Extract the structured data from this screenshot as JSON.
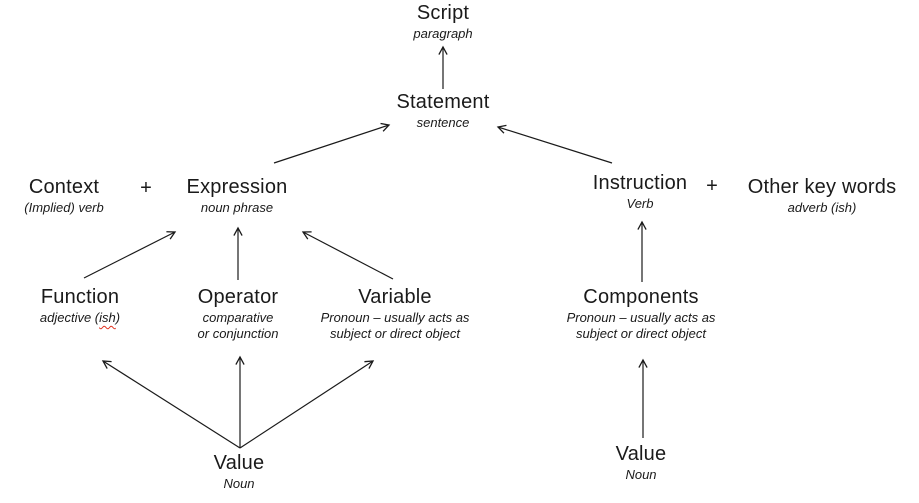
{
  "colors": {
    "background": "#ffffff",
    "text": "#1a1a1a",
    "arrow": "#1a1a1a",
    "spellcheck_squiggle": "#e0301e"
  },
  "nodes": {
    "script": {
      "title": "Script",
      "subtitle": "paragraph"
    },
    "statement": {
      "title": "Statement",
      "subtitle": "sentence"
    },
    "context": {
      "title": "Context",
      "subtitle": "(Implied) verb"
    },
    "expression": {
      "title": "Expression",
      "subtitle": "noun phrase"
    },
    "instruction": {
      "title": "Instruction",
      "subtitle": "Verb"
    },
    "other_key_words": {
      "title": "Other key words",
      "subtitle": "adverb (ish)"
    },
    "function": {
      "title": "Function",
      "subtitle_prefix": "adjective (",
      "subtitle_flagged": "ish",
      "subtitle_suffix": ")"
    },
    "operator": {
      "title": "Operator",
      "subtitle": "comparative\nor conjunction"
    },
    "variable": {
      "title": "Variable",
      "subtitle": "Pronoun – usually acts as\nsubject or direct object"
    },
    "components": {
      "title": "Components",
      "subtitle": "Pronoun – usually acts as\nsubject or direct object"
    },
    "value_left": {
      "title": "Value",
      "subtitle": "Noun"
    },
    "value_right": {
      "title": "Value",
      "subtitle": "Noun"
    }
  },
  "plus_signs": {
    "left": "+",
    "right": "+"
  },
  "edges": [
    {
      "from": "statement",
      "to": "script"
    },
    {
      "from": "expression",
      "to": "statement"
    },
    {
      "from": "instruction",
      "to": "statement"
    },
    {
      "from": "function",
      "to": "expression"
    },
    {
      "from": "operator",
      "to": "expression"
    },
    {
      "from": "variable",
      "to": "expression"
    },
    {
      "from": "components",
      "to": "instruction"
    },
    {
      "from": "value_left",
      "to": "function"
    },
    {
      "from": "value_left",
      "to": "operator"
    },
    {
      "from": "value_left",
      "to": "variable"
    },
    {
      "from": "value_right",
      "to": "components"
    }
  ]
}
